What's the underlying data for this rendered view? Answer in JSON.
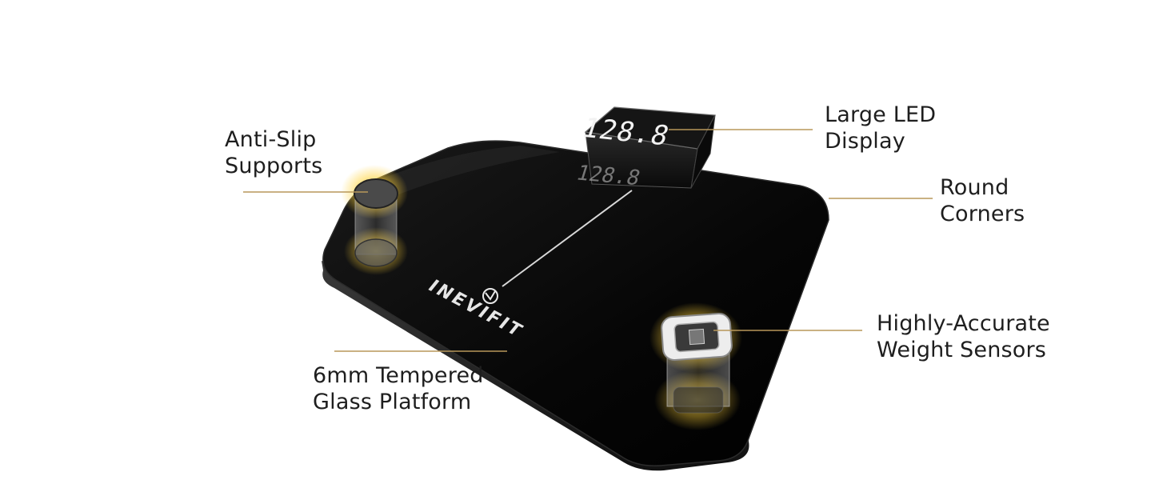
{
  "product": {
    "brand": "INEVIFIT",
    "display_reading": "128.8",
    "display_reflection": "128.8"
  },
  "callouts": {
    "led_display": {
      "line1": "Large LED",
      "line2": "Display"
    },
    "anti_slip": {
      "line1": "Anti-Slip",
      "line2": "Supports"
    },
    "round_corners": {
      "line1": "Round",
      "line2": "Corners"
    },
    "weight_sensors": {
      "line1": "Highly-Accurate",
      "line2": "Weight Sensors"
    },
    "glass_platform": {
      "line1": "6mm Tempered",
      "line2": "Glass Platform"
    }
  },
  "colors": {
    "background": "#ffffff",
    "platform": "#0b0b0b",
    "callout_line": "#b8975a",
    "glow": "#ffd84a",
    "led_digits": "#f2f2f2",
    "label_text": "#1e1e1e"
  }
}
